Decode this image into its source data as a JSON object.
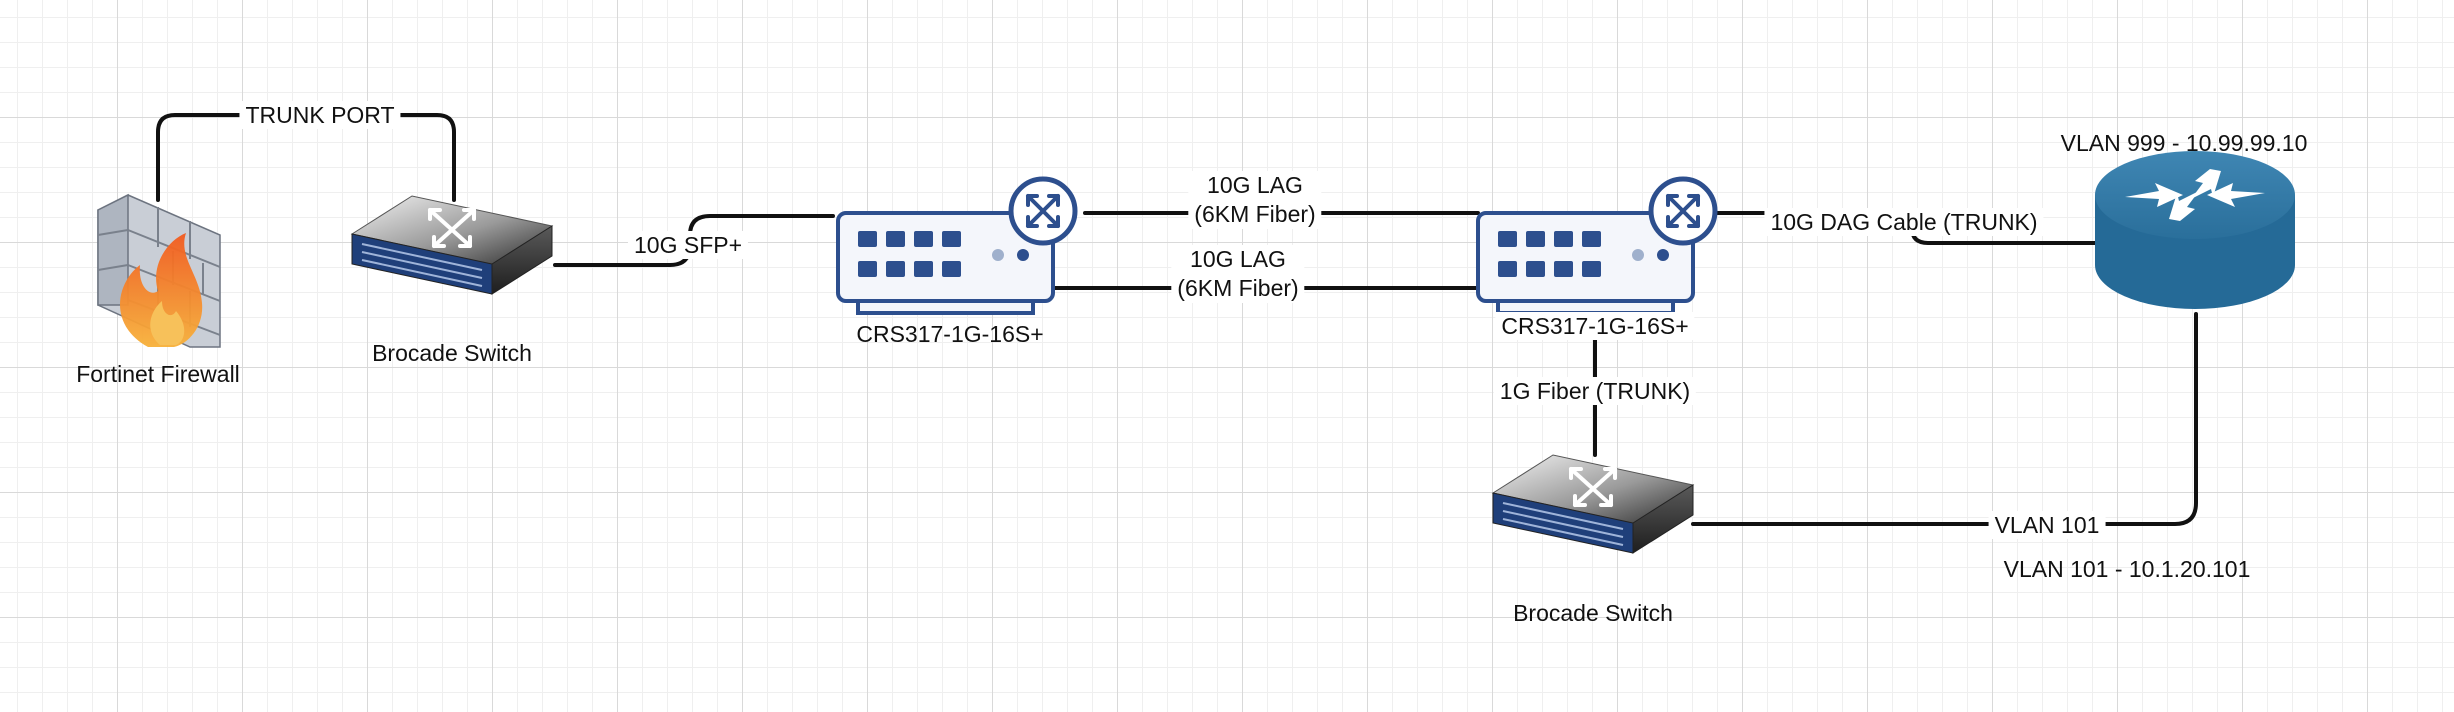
{
  "diagram": {
    "nodes": {
      "firewall": {
        "label": "Fortinet Firewall",
        "icon": "firewall-icon"
      },
      "brocade_top": {
        "label": "Brocade Switch",
        "icon": "switch-icon"
      },
      "crs_left": {
        "label": "CRS317-1G-16S+",
        "icon": "router-switch-icon"
      },
      "crs_right": {
        "label": "CRS317-1G-16S+",
        "icon": "router-switch-icon"
      },
      "router": {
        "label": "VLAN 999 - 10.99.99.10",
        "icon": "router-icon"
      },
      "brocade_bottom": {
        "label": "Brocade Switch",
        "icon": "switch-icon"
      },
      "router_note": "VLAN 101 - 10.1.20.101"
    },
    "edges": {
      "trunk_port": "TRUNK PORT",
      "sfp": "10G SFP+",
      "lag1_line1": "10G LAG",
      "lag1_line2": "(6KM Fiber)",
      "lag2_line1": "10G LAG",
      "lag2_line2": "(6KM Fiber)",
      "dag": "10G DAG Cable (TRUNK)",
      "fiber_trunk": "1G Fiber (TRUNK)",
      "vlan101": "VLAN 101"
    },
    "colors": {
      "link": "#111111",
      "device_blue": "#2d4f8e",
      "device_fill": "#f4f6fb",
      "router_blue": "#2a6f9b",
      "flame": "#f39a1f"
    }
  }
}
